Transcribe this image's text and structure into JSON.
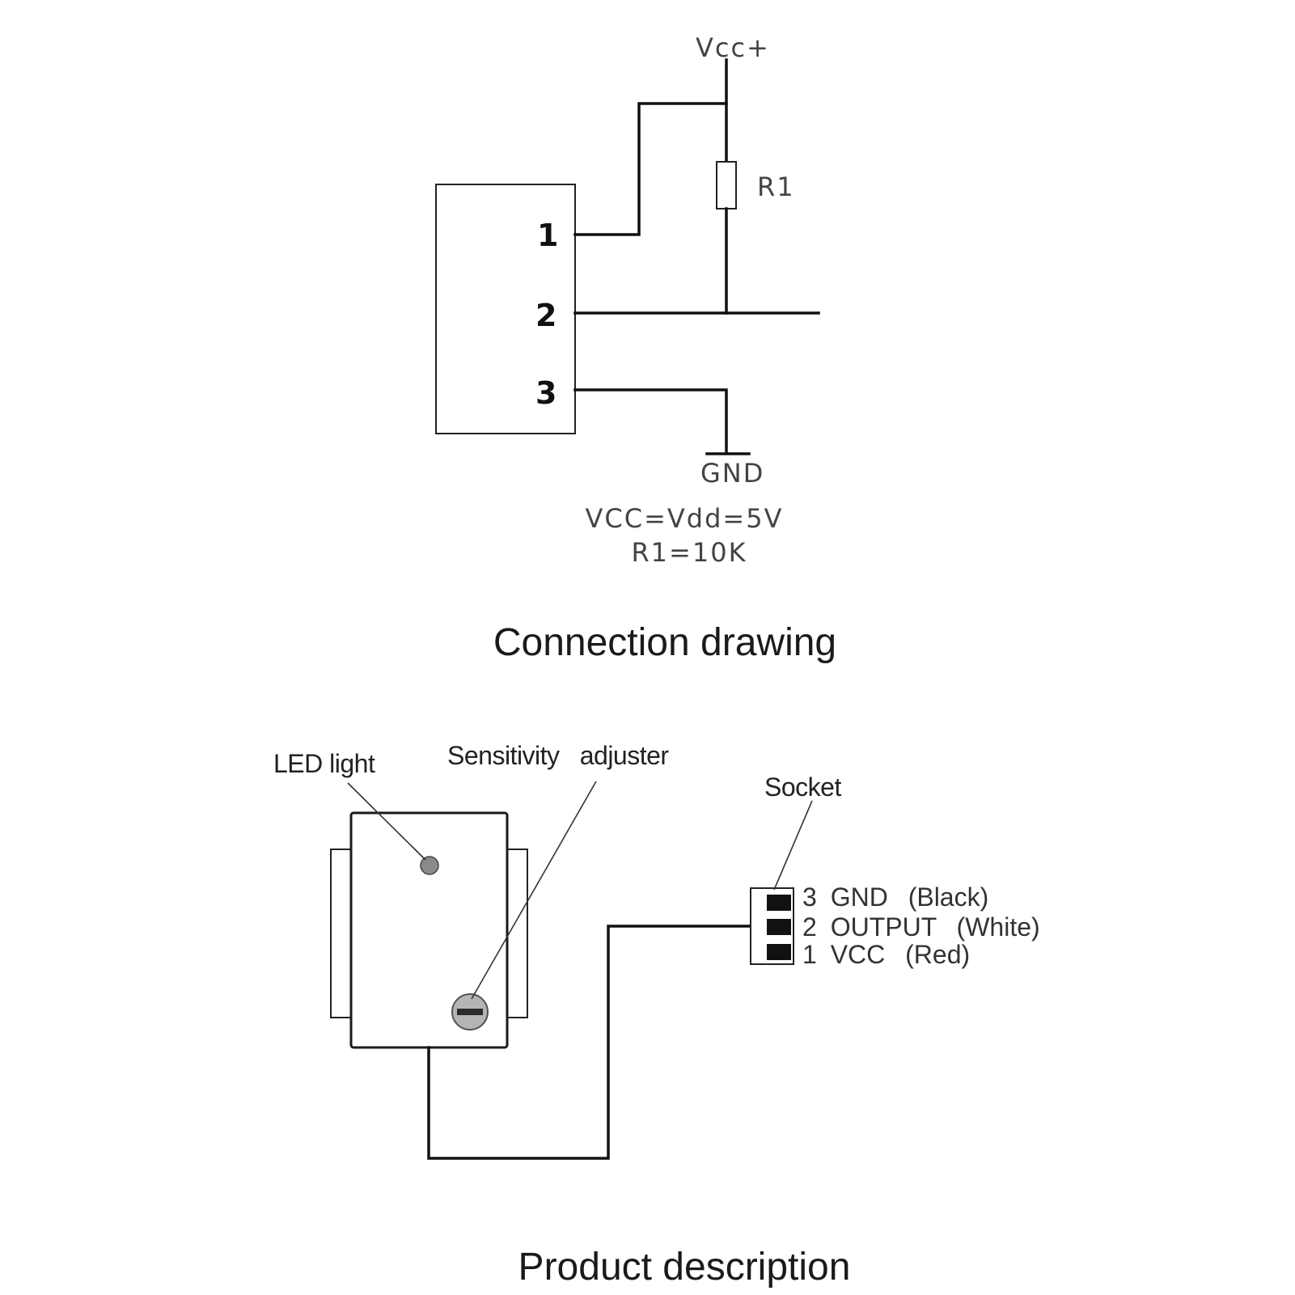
{
  "schematic": {
    "supply_label": "Vcc+",
    "resistor_label": "R1",
    "pins": [
      "1",
      "2",
      "3"
    ],
    "ground_label": "GND",
    "note_line1": "VCC=Vdd=5V",
    "note_line2": "R1=10K"
  },
  "connection_caption": "Connection drawing",
  "product": {
    "led_label": "LED light",
    "adjuster_label": "Sensitivity   adjuster",
    "socket_label": "Socket",
    "socket_pins": [
      {
        "number": "3",
        "name": "GND",
        "color": "(Black)"
      },
      {
        "number": "2",
        "name": "OUTPUT",
        "color": "(White)"
      },
      {
        "number": "1",
        "name": "VCC",
        "color": "(Red)"
      }
    ]
  },
  "product_caption": "Product description"
}
